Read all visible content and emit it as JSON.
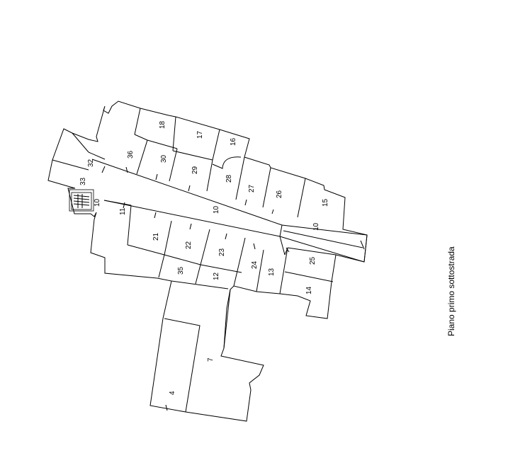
{
  "floor_title": "Piano primo sottostrada",
  "units": {
    "u4": "4",
    "u7": "7",
    "u10a": "10",
    "u10b": "10",
    "u10c": "10",
    "u11": "11",
    "u12": "12",
    "u13": "13",
    "u14": "14",
    "u15": "15",
    "u16": "16",
    "u17": "17",
    "u18": "18",
    "u21": "21",
    "u22": "22",
    "u23": "23",
    "u24": "24",
    "u25": "25",
    "u26": "26",
    "u27": "27",
    "u28": "28",
    "u29": "29",
    "u30": "30",
    "u32": "32",
    "u33": "33",
    "u35": "35",
    "u36": "36"
  }
}
